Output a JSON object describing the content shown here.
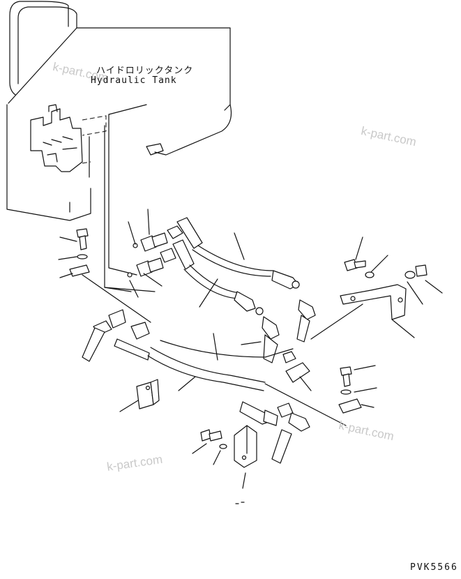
{
  "labels": {
    "tank_jp": "ハイドロリックタンク",
    "tank_en": "Hydraulic Tank",
    "drawing_code": "PVK5566"
  },
  "watermarks": [
    "k-part.com",
    "k-part.com",
    "k-part.com",
    "k-part.com"
  ],
  "colors": {
    "line": "#111111",
    "watermark": "#c9c9c9",
    "background": "#ffffff"
  }
}
